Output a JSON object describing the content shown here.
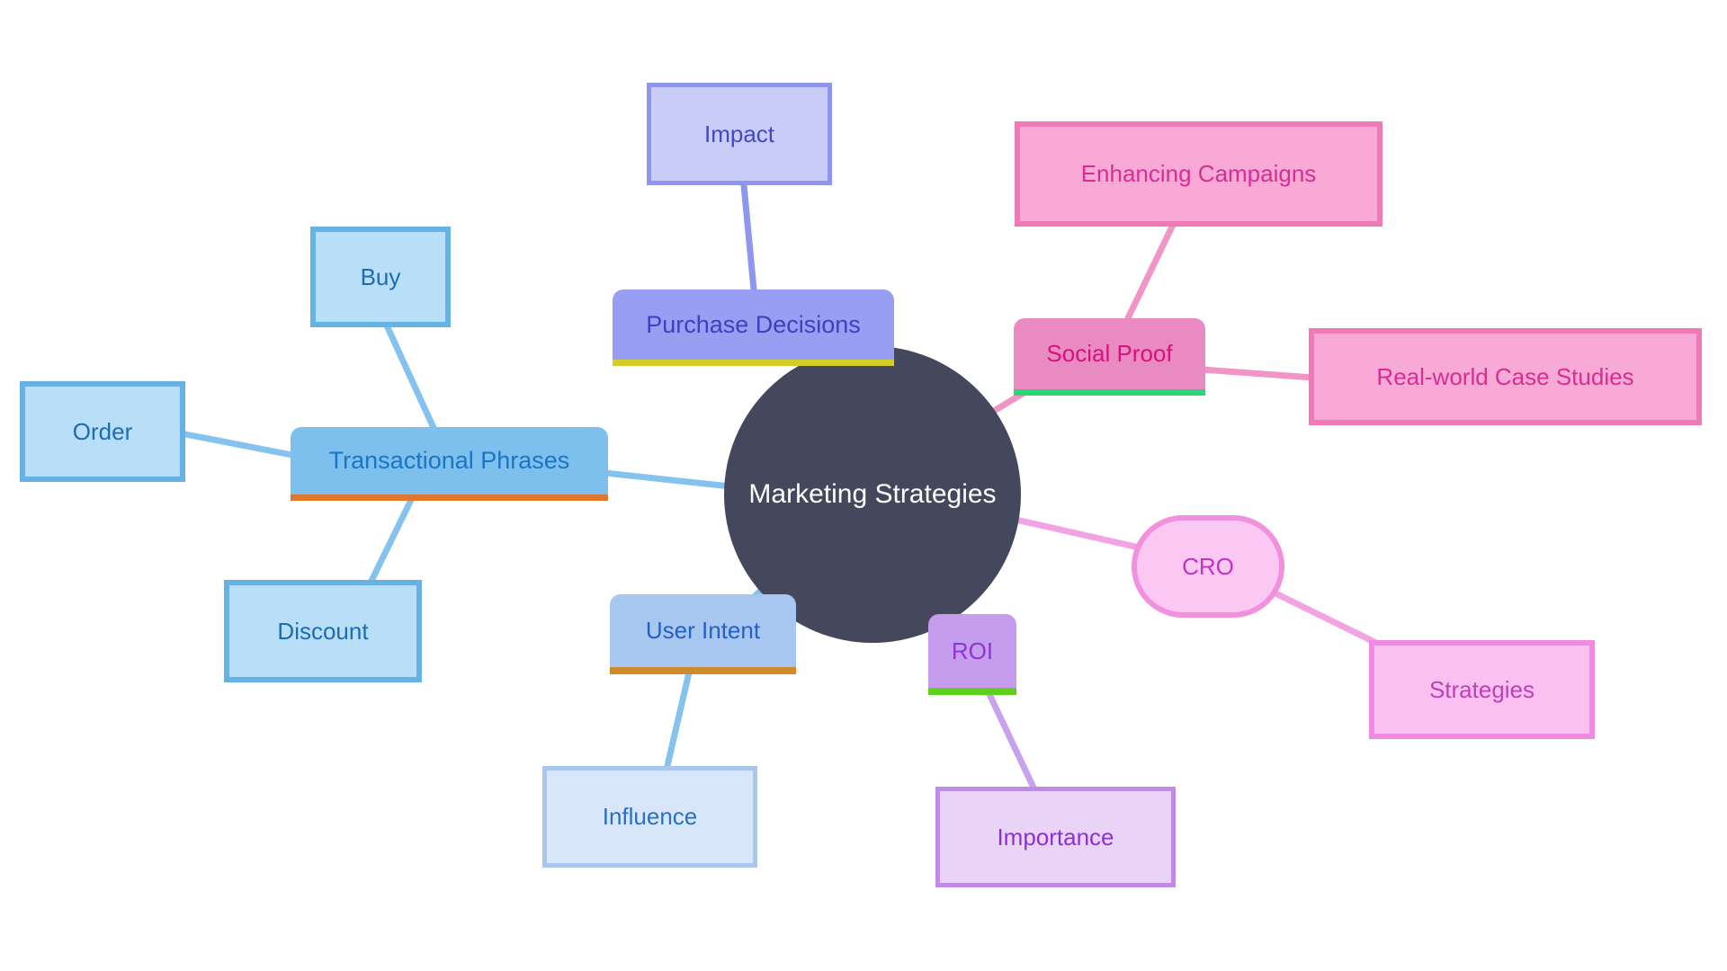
{
  "diagram": {
    "center": {
      "label": "Marketing Strategies"
    },
    "nodes": {
      "impact": {
        "label": "Impact"
      },
      "purchase_decisions": {
        "label": "Purchase Decisions"
      },
      "buy": {
        "label": "Buy"
      },
      "order": {
        "label": "Order"
      },
      "transactional_phrases": {
        "label": "Transactional Phrases"
      },
      "discount": {
        "label": "Discount"
      },
      "user_intent": {
        "label": "User Intent"
      },
      "influence": {
        "label": "Influence"
      },
      "enhancing_campaigns": {
        "label": "Enhancing Campaigns"
      },
      "social_proof": {
        "label": "Social Proof"
      },
      "case_studies": {
        "label": "Real-world Case Studies"
      },
      "cro": {
        "label": "CRO"
      },
      "strategies": {
        "label": "Strategies"
      },
      "roi": {
        "label": "ROI"
      },
      "importance": {
        "label": "Importance"
      }
    },
    "edges": [
      {
        "from": "Marketing Strategies",
        "to": "Purchase Decisions"
      },
      {
        "from": "Purchase Decisions",
        "to": "Impact"
      },
      {
        "from": "Marketing Strategies",
        "to": "Transactional Phrases"
      },
      {
        "from": "Transactional Phrases",
        "to": "Buy"
      },
      {
        "from": "Transactional Phrases",
        "to": "Order"
      },
      {
        "from": "Transactional Phrases",
        "to": "Discount"
      },
      {
        "from": "Marketing Strategies",
        "to": "User Intent"
      },
      {
        "from": "User Intent",
        "to": "Influence"
      },
      {
        "from": "Marketing Strategies",
        "to": "Social Proof"
      },
      {
        "from": "Social Proof",
        "to": "Enhancing Campaigns"
      },
      {
        "from": "Social Proof",
        "to": "Real-world Case Studies"
      },
      {
        "from": "Marketing Strategies",
        "to": "CRO"
      },
      {
        "from": "CRO",
        "to": "Strategies"
      },
      {
        "from": "Marketing Strategies",
        "to": "ROI"
      },
      {
        "from": "ROI",
        "to": "Importance"
      }
    ],
    "colors": {
      "center_bg": "#45475c",
      "center_text": "#ffffff",
      "indigo_line": "#8f96ef",
      "indigo_node_bg": "#989ef1",
      "indigo_child_bg": "#c8ccf7",
      "indigo_text": "#3c40c1",
      "indigo_underline": "#d3ce27",
      "blue_line": "#85c3ee",
      "blue_node_bg": "#7dc0ed",
      "blue_child_bg": "#b9def8",
      "blue_text": "#1b74c4",
      "blue_underline": "#e0772e",
      "user_intent_bg": "#a7c6f0",
      "user_intent_underline": "#cd8b2b",
      "pink_line": "#f095c6",
      "pink_node_bg": "#ea8ac2",
      "pink_child_bg": "#f8a9d6",
      "pink_text": "#d6117e",
      "pink_underline": "#2bd678",
      "magenta_line": "#f2a3e1",
      "magenta_node_bg": "#fbc8f4",
      "magenta_text": "#c233c0",
      "violet_line": "#c9a2ee",
      "violet_node_bg": "#c69cee",
      "violet_text": "#8f35d6",
      "violet_underline": "#5fce1d"
    }
  }
}
